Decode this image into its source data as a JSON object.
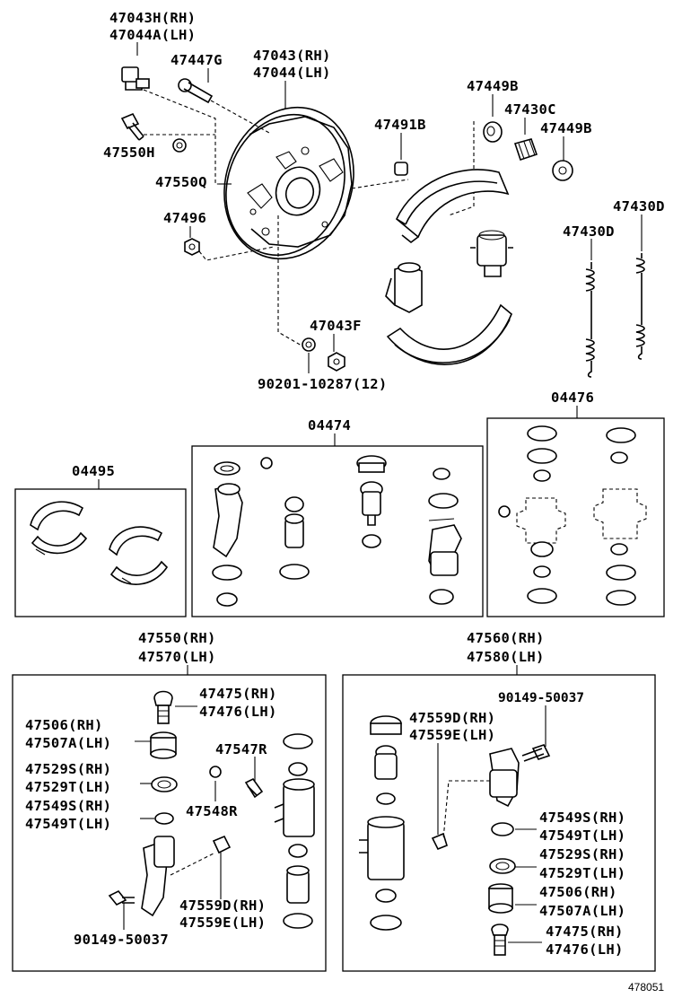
{
  "labels": {
    "l47043H": "47043H(RH)",
    "l47044A": "47044A(LH)",
    "l47447G": "47447G",
    "l47043": "47043(RH)",
    "l47044": "47044(LH)",
    "l47449B_1": "47449B",
    "l47430C": "47430C",
    "l47449B_2": "47449B",
    "l47491B": "47491B",
    "l47550H": "47550H",
    "l47550Q": "47550Q",
    "l47496": "47496",
    "l47430D_1": "47430D",
    "l47430D_2": "47430D",
    "l47043F": "47043F",
    "l90201": "90201-10287(12)",
    "l04476": "04476",
    "l04474": "04474",
    "l04495": "04495",
    "l47550": "47550(RH)",
    "l47570": "47570(LH)",
    "l47560": "47560(RH)",
    "l47580": "47580(LH)",
    "l47475_L": "47475(RH)",
    "l47476_L": "47476(LH)",
    "l47506_L": "47506(RH)",
    "l47507A_L": "47507A(LH)",
    "l47547R": "47547R",
    "l47529S_L": "47529S(RH)",
    "l47529T_L": "47529T(LH)",
    "l47549S_L": "47549S(RH)",
    "l47549T_L": "47549T(LH)",
    "l47548R": "47548R",
    "l47559D_L": "47559D(RH)",
    "l47559E_L": "47559E(LH)",
    "l90149_L": "90149-50037",
    "l90149_R": "90149-50037",
    "l47559D_R": "47559D(RH)",
    "l47559E_R": "47559E(LH)",
    "l47549S_R": "47549S(RH)",
    "l47549T_R": "47549T(LH)",
    "l47529S_R": "47529S(RH)",
    "l47529T_R": "47529T(LH)",
    "l47506_R": "47506(RH)",
    "l47507A_R": "47507A(LH)",
    "l47475_R": "47475(RH)",
    "l47476_R": "47476(LH)",
    "figure_number": "478051"
  }
}
